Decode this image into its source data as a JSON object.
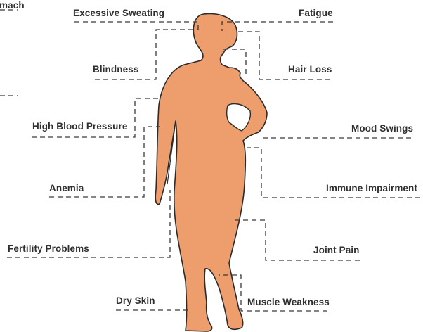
{
  "colors": {
    "body_fill": "#EE9E6C",
    "outline": "#2b2b2b",
    "label_text": "#2f2f2f",
    "leader": "#3a3a3a"
  },
  "icons": {
    "figure": "female-body-silhouette-icon"
  },
  "labels": {
    "stomach_partial": "mach",
    "excessive_sweating": "Excessive Sweating",
    "fatigue": "Fatigue",
    "blindness": "Blindness",
    "hair_loss": "Hair Loss",
    "high_blood_pressure": "High Blood Pressure",
    "mood_swings": "Mood Swings",
    "anemia": "Anemia",
    "immune_impairment": "Immune Impairment",
    "fertility_problems": "Fertility Problems",
    "joint_pain": "Joint Pain",
    "dry_skin": "Dry Skin",
    "muscle_weakness": "Muscle Weakness"
  }
}
